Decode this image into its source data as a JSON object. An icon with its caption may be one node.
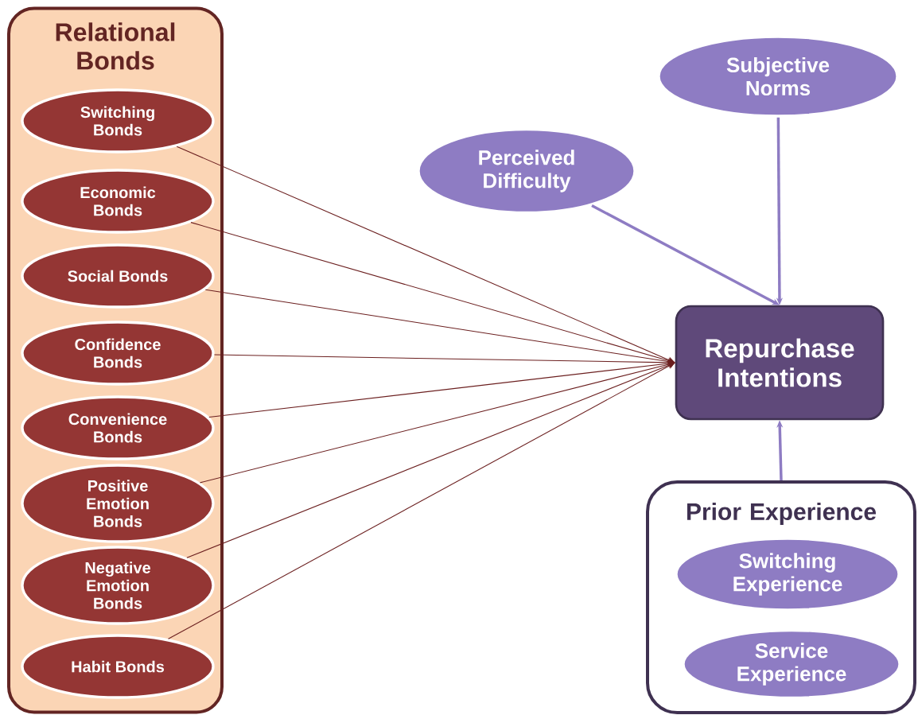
{
  "diagram": {
    "nodes": [
      {
        "text": [
          "Relational Bonds"
        ]
      },
      {
        "text": [
          "Switching Bonds"
        ],
        "in": 0
      },
      {
        "text": [
          "Economic Bonds"
        ],
        "in": 0
      },
      {
        "text": [
          "Social Bonds"
        ],
        "in": 0
      },
      {
        "text": [
          "Confidence Bonds"
        ],
        "in": 0
      },
      {
        "text": [
          "Convenience Bonds"
        ],
        "in": 0
      },
      {
        "text": [
          "Positive Emotion Bonds"
        ],
        "in": 0
      },
      {
        "text": [
          "Negative Emotion Bonds"
        ],
        "in": 0
      },
      {
        "text": [
          "Habit Bonds"
        ],
        "in": 0
      },
      {
        "text": [
          "Subjective Norms"
        ]
      },
      {
        "text": [
          "Perceived Difficulty"
        ]
      },
      {
        "text": [
          "Repurchase Intentions"
        ]
      },
      {
        "text": [
          "Prior Experience"
        ]
      },
      {
        "text": [
          "Switching Experience"
        ],
        "in": 12
      },
      {
        "text": [
          "Service Experience"
        ],
        "in": 12
      }
    ],
    "edges": [
      {
        "from": 1,
        "to": 11,
        "arrow": "to"
      },
      {
        "from": 2,
        "to": 11,
        "arrow": "to"
      },
      {
        "from": 3,
        "to": 11,
        "arrow": "to"
      },
      {
        "from": 4,
        "to": 11,
        "arrow": "to"
      },
      {
        "from": 5,
        "to": 11,
        "arrow": "to"
      },
      {
        "from": 6,
        "to": 11,
        "arrow": "to"
      },
      {
        "from": 7,
        "to": 11,
        "arrow": "to"
      },
      {
        "from": 8,
        "to": 11,
        "arrow": "to"
      },
      {
        "from": 9,
        "to": 11,
        "arrow": "to",
        "style": "thick",
        "color": "#8e7cc3"
      },
      {
        "from": 10,
        "to": 11,
        "arrow": "to",
        "style": "thick",
        "color": "#8e7cc3"
      },
      {
        "from": 12,
        "to": 11,
        "arrow": "to",
        "style": "thick",
        "color": "#8e7cc3"
      }
    ]
  }
}
